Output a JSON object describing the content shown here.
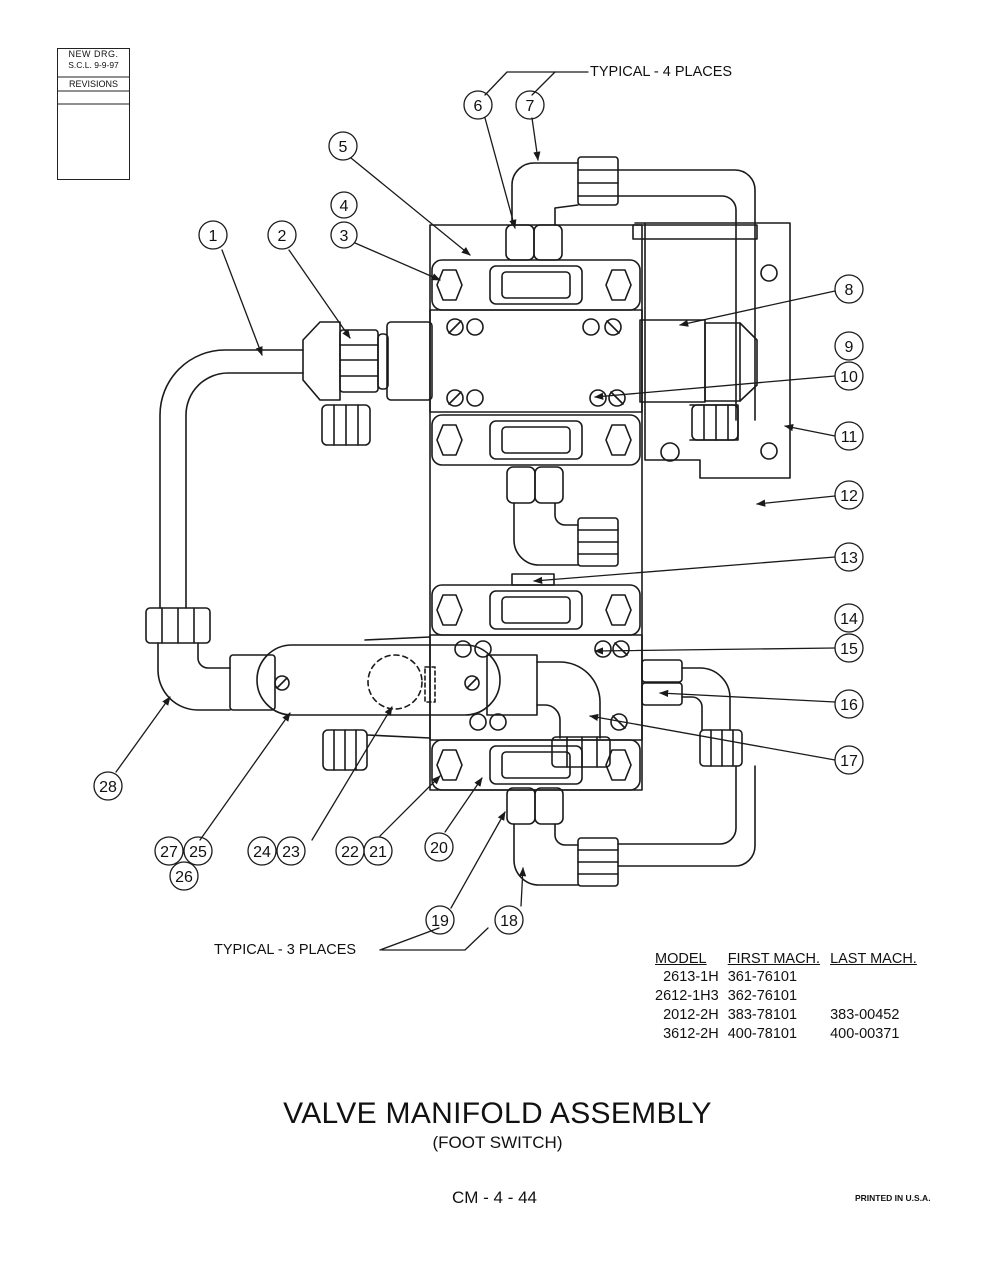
{
  "revision_block": {
    "new_drg": "NEW DRG.",
    "scl_date": "S.C.L.  9-9-97",
    "revisions": "REVISIONS"
  },
  "notes": {
    "typical_4": "TYPICAL - 4 PLACES",
    "typical_3": "TYPICAL - 3 PLACES"
  },
  "callouts": [
    "1",
    "2",
    "3",
    "4",
    "5",
    "6",
    "7",
    "8",
    "9",
    "10",
    "11",
    "12",
    "13",
    "14",
    "15",
    "16",
    "17",
    "18",
    "19",
    "20",
    "21",
    "22",
    "23",
    "24",
    "25",
    "26",
    "27",
    "28"
  ],
  "model_table": {
    "headers": [
      "MODEL",
      "FIRST MACH.",
      "LAST MACH."
    ],
    "rows": [
      {
        "model": "2613-1H",
        "first": "361-76101",
        "last": ""
      },
      {
        "model": "2612-1H3",
        "first": "362-76101",
        "last": ""
      },
      {
        "model": "2012-2H",
        "first": "383-78101",
        "last": "383-00452"
      },
      {
        "model": "3612-2H",
        "first": "400-78101",
        "last": "400-00371"
      }
    ]
  },
  "title": "VALVE MANIFOLD ASSEMBLY",
  "subtitle": "(FOOT SWITCH)",
  "page_number": "CM - 4 - 44",
  "printed": "PRINTED IN U.S.A."
}
